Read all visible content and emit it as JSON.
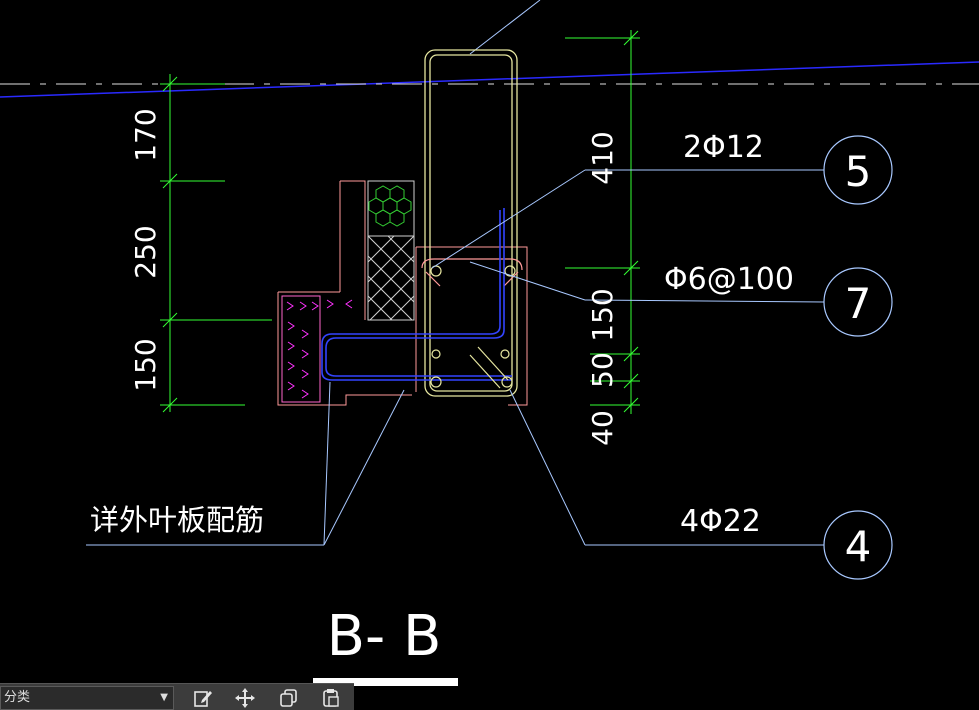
{
  "drawing": {
    "section_title": "B- B",
    "leader_labels": {
      "rebar_5": "2Φ12",
      "rebar_7": "Φ6@100",
      "rebar_4": "4Φ22",
      "outer_leaf": "详外叶板配筋"
    },
    "callouts": {
      "c5": "5",
      "c7": "7",
      "c4": "4"
    },
    "dims_left": [
      "170",
      "250",
      "150"
    ],
    "dims_right": [
      "410",
      "150",
      "50",
      "40"
    ]
  },
  "toolbar": {
    "layer_value": "分类",
    "buttons": [
      "edit-icon",
      "move-icon",
      "copy-icon",
      "paste-icon"
    ]
  },
  "colors": {
    "dimension": "#33ff33",
    "leader": "#a8c8ff",
    "rebar": "#3344ff",
    "stirrup": "#e6e6a0",
    "concrete": "#ff9a9a",
    "insulation": "#c8c8c8",
    "magenta": "#ff33ff"
  }
}
